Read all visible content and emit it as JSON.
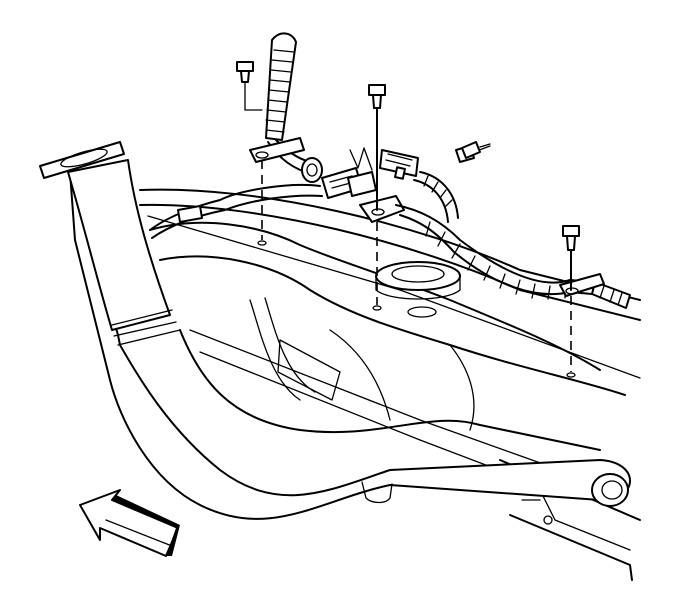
{
  "diagram": {
    "style": "line-art",
    "background": "#ffffff",
    "stroke_color": "#000000",
    "components": [
      "exhaust-pipe",
      "fuel-tank",
      "vehicle-frame-rail",
      "wiring-harness",
      "fuel-pump-connector",
      "harness-clips",
      "bolts",
      "forward-direction-arrow"
    ]
  }
}
